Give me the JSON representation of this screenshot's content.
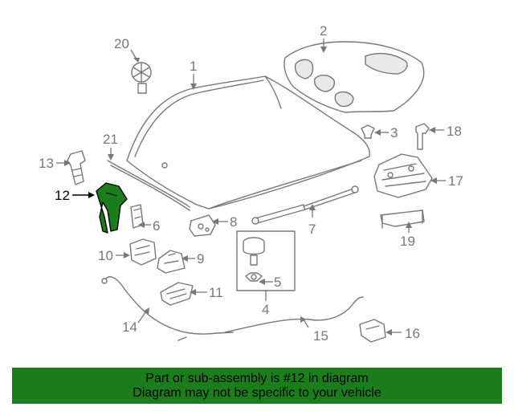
{
  "callouts": [
    {
      "id": "1",
      "label": "1"
    },
    {
      "id": "2",
      "label": "2"
    },
    {
      "id": "3",
      "label": "3"
    },
    {
      "id": "4",
      "label": "4"
    },
    {
      "id": "5",
      "label": "5"
    },
    {
      "id": "6",
      "label": "6"
    },
    {
      "id": "7",
      "label": "7"
    },
    {
      "id": "8",
      "label": "8"
    },
    {
      "id": "9",
      "label": "9"
    },
    {
      "id": "10",
      "label": "10"
    },
    {
      "id": "11",
      "label": "11"
    },
    {
      "id": "12",
      "label": "12"
    },
    {
      "id": "13",
      "label": "13"
    },
    {
      "id": "14",
      "label": "14"
    },
    {
      "id": "15",
      "label": "15"
    },
    {
      "id": "16",
      "label": "16"
    },
    {
      "id": "17",
      "label": "17"
    },
    {
      "id": "18",
      "label": "18"
    },
    {
      "id": "19",
      "label": "19"
    },
    {
      "id": "20",
      "label": "20"
    },
    {
      "id": "21",
      "label": "21"
    }
  ],
  "highlight": {
    "part": "12",
    "color": "#1c7d1c"
  },
  "banner": {
    "line1": "Part or sub-assembly is #12 in diagram",
    "line2": "Diagram may not be specific to your vehicle",
    "bg_color": "#1c7d1c"
  }
}
